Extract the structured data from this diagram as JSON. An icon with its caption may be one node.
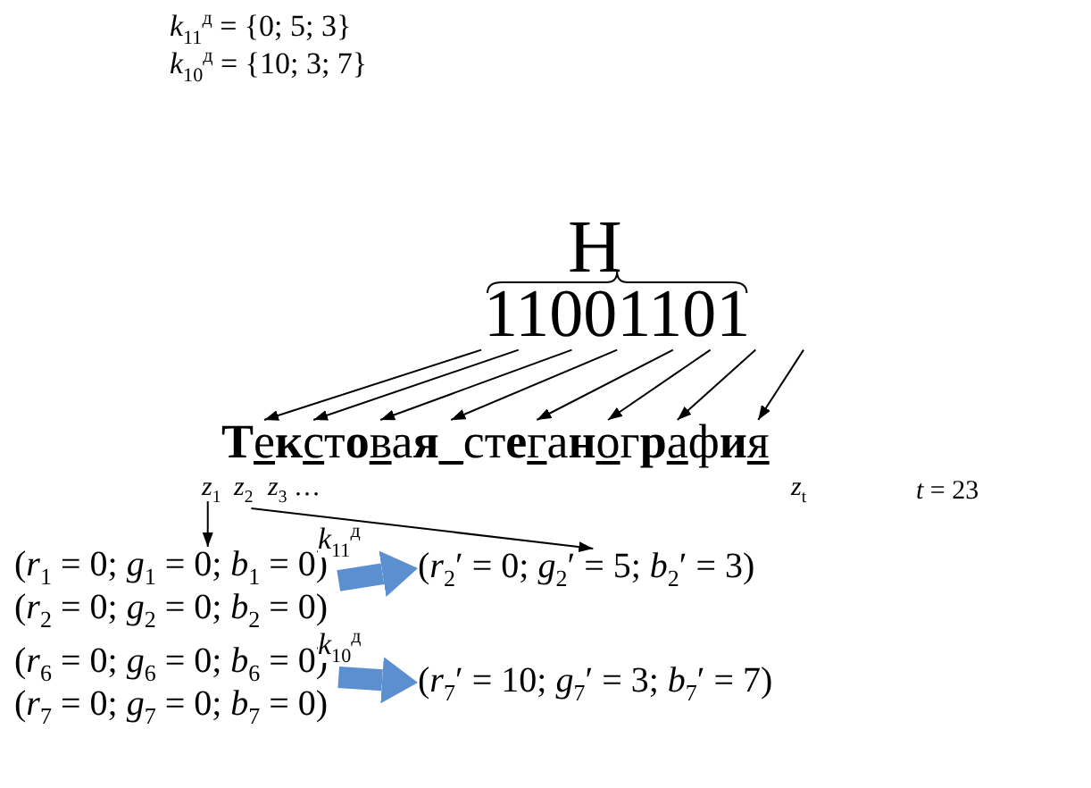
{
  "diagram": {
    "nodes": [
      {
        "text": [
          "11001101"
        ]
      },
      {
        "text": [
          "**Т**е**к**ст**о**ва**я**_ст**е**га**н**ог**р**аф**и**я"
        ]
      },
      {
        "text": [
          "*z*$_{1}$"
        ]
      },
      {
        "text": [
          "*z*$_{2}$"
        ]
      },
      {
        "text": [
          "(*r*$_{1}$ = 0; *g*$_{1}$ = 0; *b*$_{1}$ = 0)"
        ]
      },
      {
        "text": [
          "(*r*$_{2}$ = 0; *g*$_{2}$ = 0; *b*$_{2}$ = 0)"
        ]
      },
      {
        "text": [
          "(*r*$_{6}$ = 0; *g*$_{6}$ = 0; *b*$_{6}$ = 0)"
        ]
      },
      {
        "text": [
          "(*r*$_{7}$ = 0; *g*$_{7}$ = 0; *b*$_{7}$ = 0)"
        ]
      },
      {
        "text": [
          "(*r*$_{2}$′ = 0; *g*$_{2}$′ = 5; *b*$_{2}$′ = 3)"
        ]
      },
      {
        "text": [
          "(*r*$_{7}$′ = 10; *g*$_{7}$′ = 3; *b*$_{7}$′ = 7)"
        ]
      }
    ],
    "edges": [
      {
        "from": 0,
        "to": 1,
        "arrow": "to"
      },
      {
        "from": 0,
        "to": 1,
        "arrow": "to"
      },
      {
        "from": 0,
        "to": 1,
        "arrow": "to"
      },
      {
        "from": 0,
        "to": 1,
        "arrow": "to"
      },
      {
        "from": 0,
        "to": 1,
        "arrow": "to"
      },
      {
        "from": 0,
        "to": 1,
        "arrow": "to"
      },
      {
        "from": 0,
        "to": 1,
        "arrow": "to"
      },
      {
        "from": 0,
        "to": 1,
        "arrow": "to"
      },
      {
        "from": 2,
        "to": 4,
        "arrow": "to"
      },
      {
        "from": 3,
        "to": 8,
        "arrow": "to"
      },
      {
        "from": 4,
        "to": 8,
        "arrow": "to",
        "label": "*k*$_{11}$$^{д}$",
        "style": "thick",
        "color": "#5b8fd0"
      },
      {
        "from": 6,
        "to": 9,
        "arrow": "to",
        "label": "*k*$_{10}$$^{д}$",
        "style": "thick",
        "color": "#5b8fd0"
      }
    ],
    "labels": [
      "*k*$_{11}$$^{д}$ = {0; 5; 3}",
      "*k*$_{10}$$^{д}$ = {10; 3; 7}",
      "H",
      "*z*$_{3}$ …",
      "*z*$_{t}$",
      "*t* = 23"
    ]
  }
}
